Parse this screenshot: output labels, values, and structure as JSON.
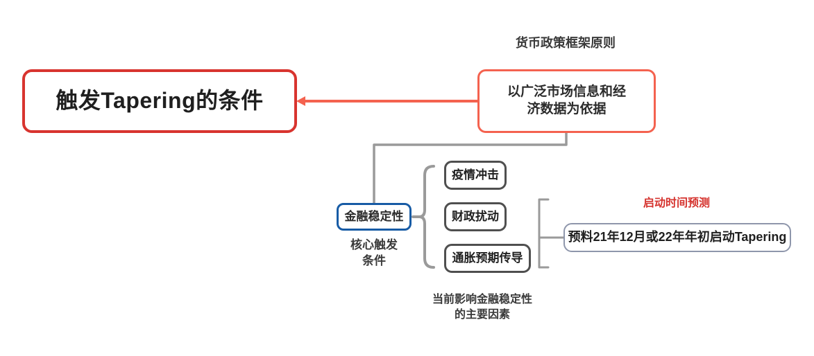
{
  "diagram": {
    "type": "mind-map",
    "background": "#ffffff",
    "colors": {
      "root_border": "#d8342f",
      "coral_border": "#f4624f",
      "blue_border": "#175ba5",
      "gray_border": "#4f4f4f",
      "pred_border": "#8e96ab",
      "connector_coral": "#f4624f",
      "connector_gray": "#9a9a9a",
      "brace_gray": "#9a9a9a",
      "timing_label": "#d5332e"
    },
    "nodes": {
      "root": {
        "label": "触发Tapering的条件"
      },
      "policy_basis": {
        "label": "以广泛市场信息和经\n济数据为依据"
      },
      "financial_stability": {
        "label": "金融稳定性"
      },
      "factor_1": {
        "label": "疫情冲击"
      },
      "factor_2": {
        "label": "财政扰动"
      },
      "factor_3": {
        "label": "通胀预期传导"
      },
      "prediction": {
        "label": "预料21年12月或22年年初启动Tapering"
      }
    },
    "captions": {
      "policy_framework": "货币政策框架原则",
      "core_trigger": "核心触发\n条件",
      "main_factors": "当前影响金融稳定性\n的主要因素",
      "timing_forecast": "启动时间预测"
    }
  }
}
